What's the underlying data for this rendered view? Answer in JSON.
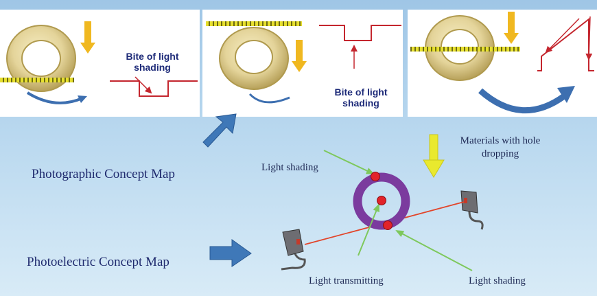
{
  "panels": [
    {
      "bite_label_line1": "Bite of light",
      "bite_label_line2": "shading"
    },
    {
      "bite_label_line1": "Bite of light",
      "bite_label_line2": "shading"
    },
    {}
  ],
  "labels": {
    "photographic": "Photographic Concept Map",
    "photoelectric": "Photoelectric Concept Map",
    "materials_line1": "Materials with hole",
    "materials_line2": "dropping",
    "shading_top": "Light shading",
    "shading_bottom": "Light shading",
    "transmitting": "Light transmitting"
  },
  "colors": {
    "ring_gold": "#e4d49a",
    "ring_edge": "#b09a4e",
    "tape": "#e6df2f",
    "down_arrow": "#f0b820",
    "curve_arrow": "#3d6fb0",
    "signal_line": "#c4262e",
    "purple_ring": "#7b3b9e",
    "laser": "#e2452a",
    "green_pointer": "#7ec85c",
    "yellow_arrow": "#e9e92e",
    "blue_arrow": "#3f78b8"
  }
}
